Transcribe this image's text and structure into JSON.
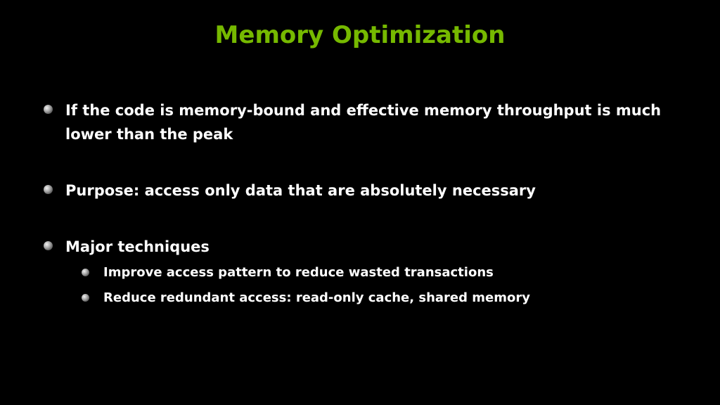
{
  "slide": {
    "title": "Memory Optimization",
    "bullets": [
      {
        "text": "If the code is memory-bound and effective memory throughput is much lower than the peak"
      },
      {
        "text": "Purpose: access only data that are absolutely necessary"
      },
      {
        "text": "Major techniques",
        "subbullets": [
          "Improve access pattern to reduce wasted transactions",
          "Reduce redundant access: read-only cache, shared memory"
        ]
      }
    ]
  },
  "colors": {
    "background": "#000000",
    "title": "#76b900",
    "text": "#ffffff"
  },
  "icons": {
    "bullet": "gray-sphere-bullet-icon"
  }
}
